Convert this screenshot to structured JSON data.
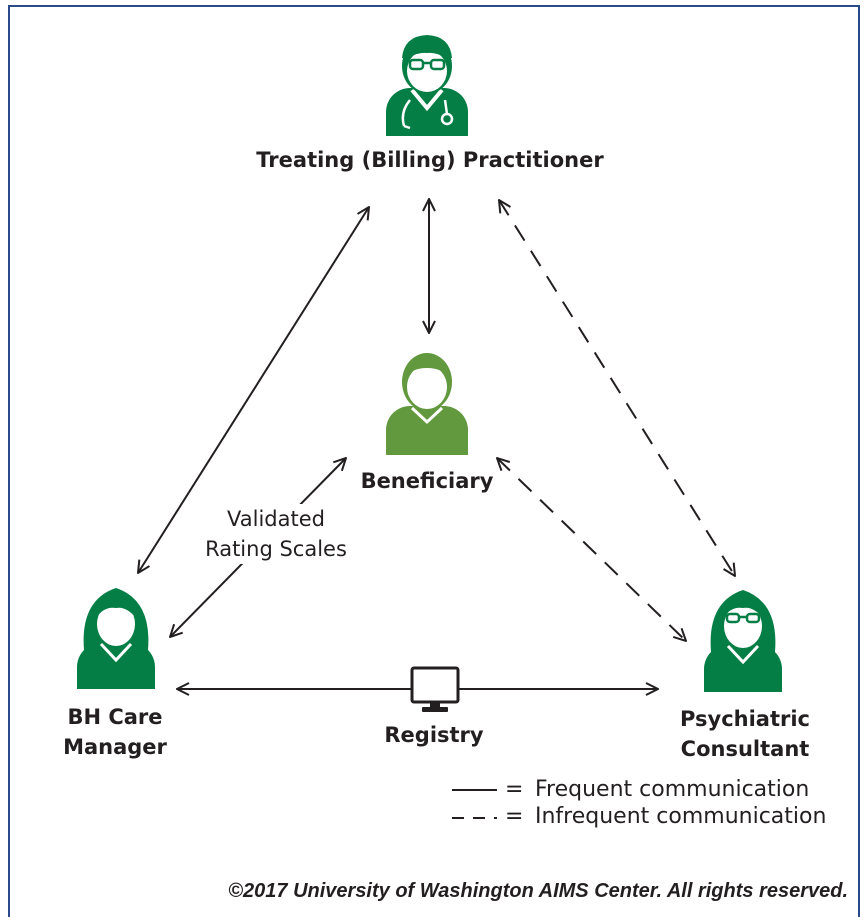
{
  "nodes": {
    "practitioner": {
      "label": "Treating (Billing) Practitioner"
    },
    "beneficiary": {
      "label": "Beneficiary"
    },
    "care_manager": {
      "label": "BH Care\nManager"
    },
    "consultant": {
      "label": "Psychiatric\nConsultant"
    },
    "registry": {
      "label": "Registry"
    }
  },
  "edge_note": "Validated\nRating Scales",
  "legend": [
    {
      "style": "solid",
      "symbol": "=",
      "text": "Frequent communication"
    },
    {
      "style": "dashed",
      "symbol": "=",
      "text": "Infrequent communication"
    }
  ],
  "copyright": "©2017 University of Washington AIMS Center. All rights reserved.",
  "colors": {
    "dark_green": "#047e45",
    "light_green": "#62983e",
    "line": "#231f20",
    "border": "#2b4a8b"
  }
}
